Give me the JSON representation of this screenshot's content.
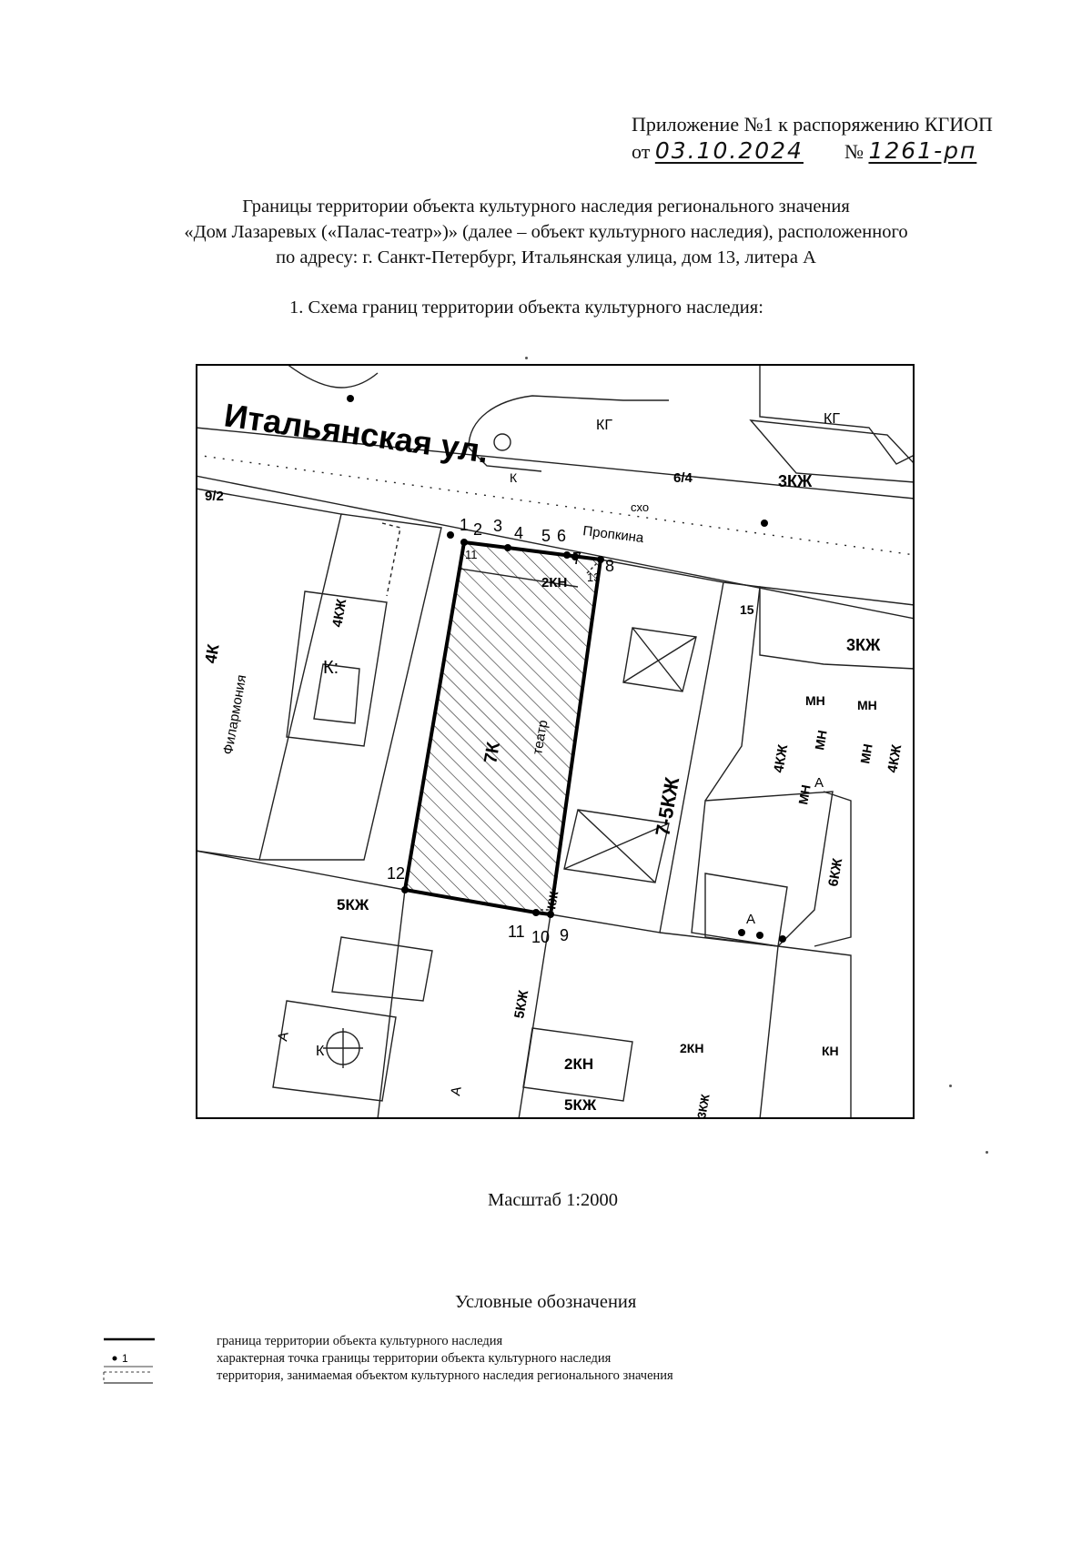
{
  "header": {
    "appendix": "Приложение №1 к распоряжению КГИОП",
    "date_prefix": "от",
    "date": "03.10.2024",
    "number_prefix": "№",
    "number": "1261-рп"
  },
  "title_lines": [
    "Границы территории объекта культурного наследия регионального значения",
    "«Дом Лазаревых («Палас-театр»)» (далее – объект культурного наследия), расположенного",
    "по адресу: г. Санкт-Петербург, Итальянская улица, дом 13, литера А"
  ],
  "section_heading": "1.   Схема границ территории объекта культурного наследия:",
  "map": {
    "street": "Итальянская ул.",
    "lane": "Пропкина",
    "labels": {
      "philharmonia": "Филармония",
      "building_4k": "4К",
      "building_4kzh_left": "4КЖ",
      "building_5kzh_bottom": "5КЖ",
      "building_5kzh_lower": "5КЖ",
      "building_2kn_top": "2КН",
      "building_7k": "7К",
      "building_teatr": "театр",
      "building_7_5kzh": "7-5КЖ",
      "building_3kzh_top": "3КЖ",
      "building_3kzh_right": "3КЖ",
      "building_4kzh_right1": "4КЖ",
      "building_4kzh_right2": "4КЖ",
      "building_mn_1": "МН",
      "building_mn_2": "МН",
      "building_mn_3": "МН",
      "building_mn_4": "МН",
      "building_mn_5": "МН",
      "building_6kzh": "6КЖ",
      "building_2kn_bottom": "2КН",
      "building_2kn_small": "2КН",
      "building_kn_small": "КН",
      "building_5kzh_bottom2": "5КЖ",
      "building_3kzh_bottom": "3КЖ",
      "building_kzh_small": "КЖ",
      "house_9_2": "9/2",
      "house_6_4": "6/4",
      "house_15": "15",
      "house_11": "11",
      "house_13": "13",
      "label_sxo": "схо",
      "label_k_top": "К",
      "label_k_left": "К:",
      "label_a1": "А",
      "label_a2": "А",
      "label_a3": "А",
      "label_a4": "А",
      "label_k_bottom": "К",
      "label_kg1": "КГ",
      "label_kg2": "КГ"
    },
    "points": [
      "1",
      "2",
      "3",
      "4",
      "5",
      "6",
      "7",
      "8",
      "9",
      "10",
      "11",
      "12"
    ]
  },
  "scale": "Масштаб 1:2000",
  "legend_title": "Условные обозначения",
  "legend": [
    {
      "symbol": "boundary-line",
      "text": "граница территории объекта культурного наследия"
    },
    {
      "symbol": "point",
      "symbol_label": "1",
      "text": "характерная точка границы территории объекта культурного наследия"
    },
    {
      "symbol": "hatch-area",
      "text": "территория, занимаемая объектом культурного наследия регионального значения"
    }
  ]
}
